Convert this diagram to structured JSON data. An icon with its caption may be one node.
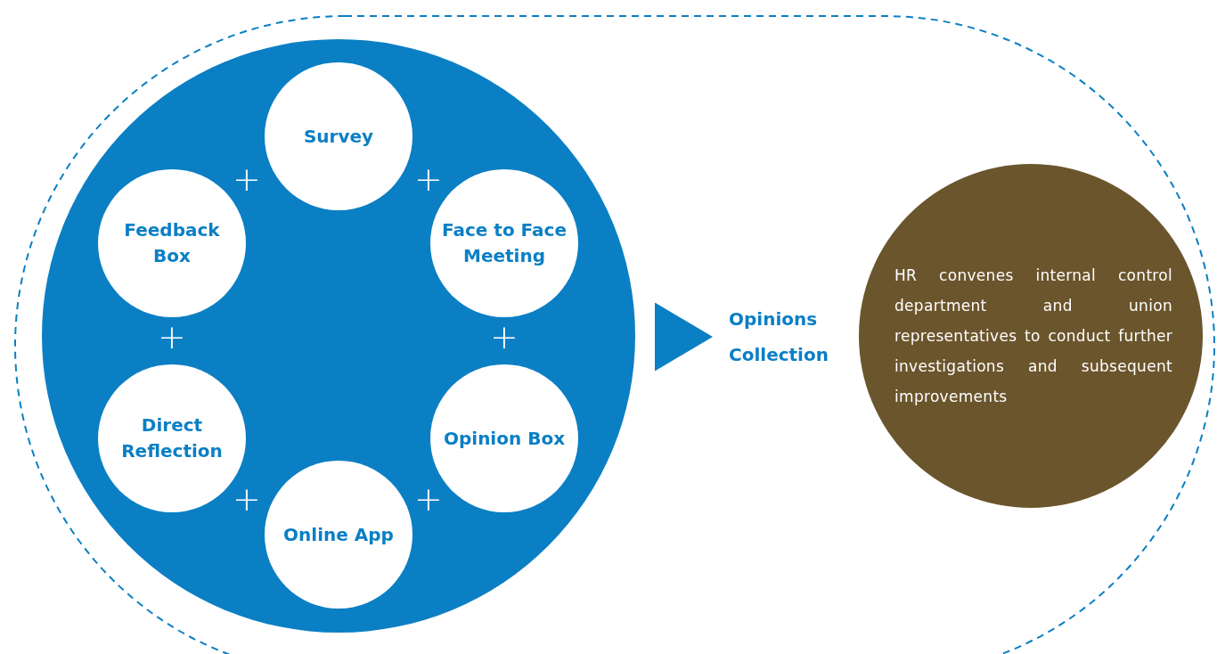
{
  "diagram": {
    "nodes": [
      {
        "text": [],
        "shape": "circle"
      },
      {
        "text": [
          "Survey"
        ],
        "in": 0
      },
      {
        "text": [
          "Feedback Box"
        ],
        "in": 0
      },
      {
        "text": [
          "Face to Face Meeting"
        ],
        "in": 0
      },
      {
        "text": [
          "Direct Reflection"
        ],
        "in": 0
      },
      {
        "text": [
          "Opinion Box"
        ],
        "in": 0
      },
      {
        "text": [
          "Online App"
        ],
        "in": 0
      },
      {
        "text": [
          "Opinions Collection"
        ]
      },
      {
        "text": [
          "HR convenes internal control department and union representatives to conduct further investigations and subsequent improvements"
        ]
      }
    ],
    "edges": [
      {
        "from": 0,
        "to": 7,
        "arrow": "to"
      }
    ],
    "labels": [
      "+",
      "+",
      "+",
      "+",
      "+",
      "+"
    ]
  }
}
